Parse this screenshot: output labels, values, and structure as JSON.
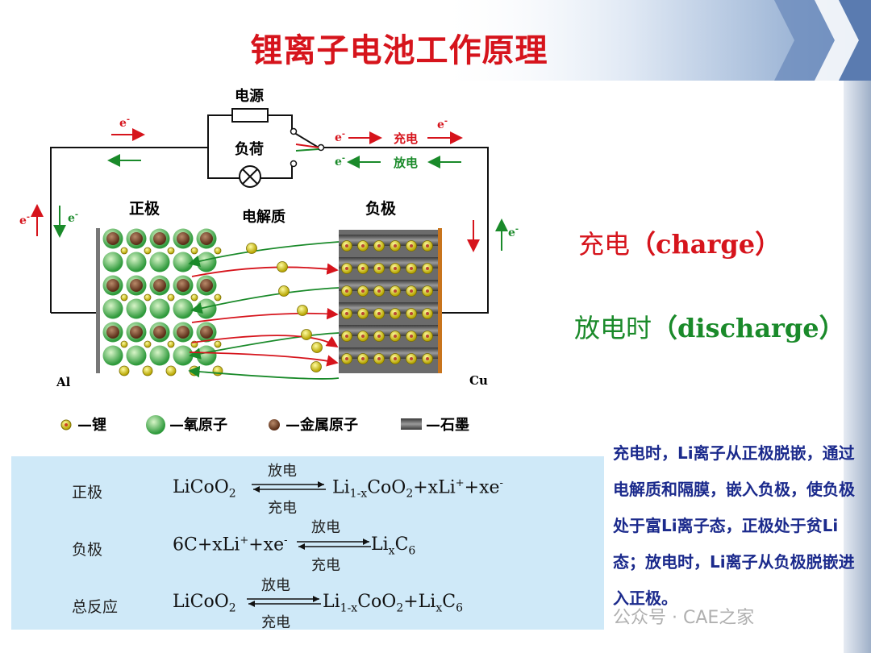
{
  "title": "锂离子电池工作原理",
  "diagram": {
    "power_source": "电源",
    "load": "负荷",
    "charge": "充电",
    "discharge": "放电",
    "electron": "e",
    "electron_sup": "-",
    "cathode": "正极",
    "electrolyte": "电解质",
    "anode": "负极",
    "al": "Al",
    "cu": "Cu",
    "li_ion": "Li"
  },
  "legend": {
    "lithium": "—锂",
    "oxygen": "—氧原子",
    "metal": "—金属原子",
    "graphite": "—石墨"
  },
  "side_labels": {
    "charge_cn": "充电",
    "charge_en": "（charge）",
    "discharge_cn": "放电时",
    "discharge_en": "（discharge）"
  },
  "equations": {
    "cathode_label": "正极",
    "anode_label": "负极",
    "total_label": "总反应",
    "discharge_arrow": "放电",
    "charge_arrow": "充电"
  },
  "explanation": "充电时，Li离子从正极脱嵌，通过电解质和隔膜，嵌入负极，使负极处于富Li离子态，正极处于贫Li态；放电时，Li离子从负极脱嵌进入正极。",
  "watermark": "公众号 · CAE之家",
  "colors": {
    "title": "#d6141c",
    "charge_red": "#d6141c",
    "discharge_green": "#1a8a2a",
    "explanation_blue": "#1b2a8c",
    "panel_bg": "#cfe9f8"
  }
}
